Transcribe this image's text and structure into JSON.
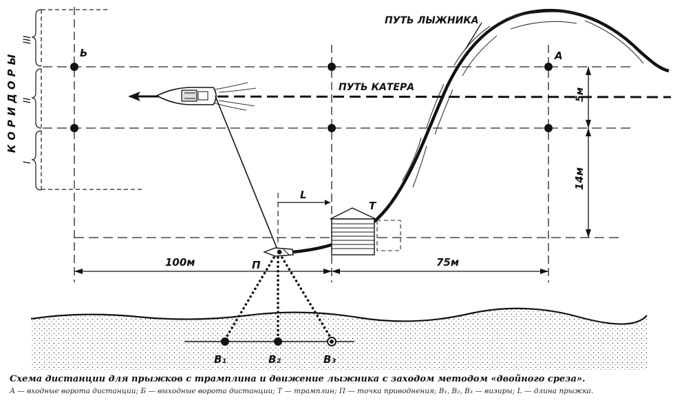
{
  "labels": {
    "corridors_title": "КОРИДОРЫ",
    "corridor_3": "III",
    "corridor_2": "II",
    "corridor_1": "I",
    "point_b": "Ь",
    "point_a": "А",
    "skier_path": "ПУТЬ ЛЫЖНИКА",
    "boat_path": "ПУТЬ КАТЕРА",
    "dist_5": "5м",
    "dist_14": "14м",
    "jump_length": "L",
    "ramp": "Т",
    "landing_point": "П",
    "dist_100": "100м",
    "dist_75": "75м",
    "sight_1": "В₁",
    "sight_2": "В₂",
    "sight_3": "В₃"
  },
  "caption": {
    "title": "Схема дистанции для прыжков с трамплина и движение лыжника с заходом методом «двойного среза».",
    "legend": "А — входные ворота дистанции; Б — выходные ворота дистанции; Т — трамплин; П — точка приводнения; В₁, В₂, В₃ — визиры; L — длина прыжка."
  }
}
